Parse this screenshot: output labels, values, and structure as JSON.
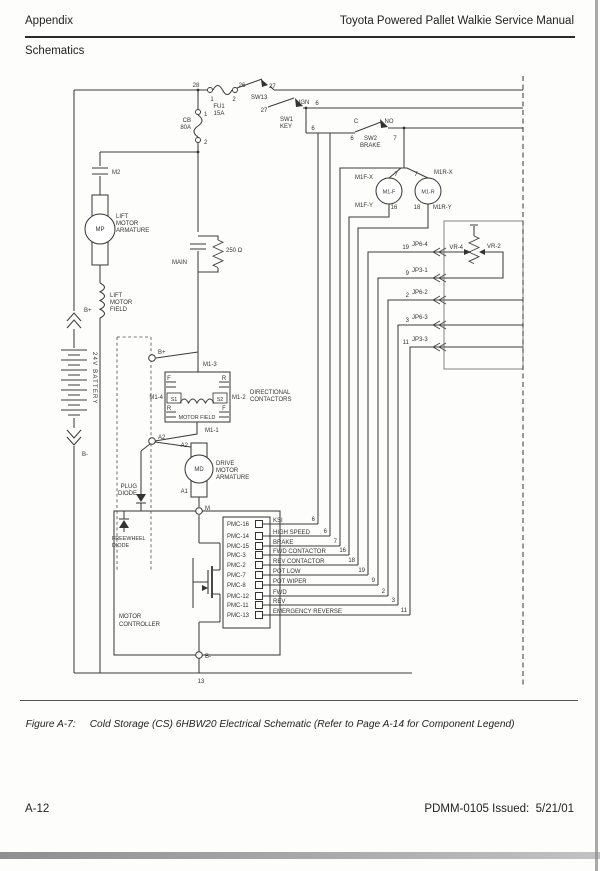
{
  "page": {
    "header_left": "Appendix",
    "header_right": "Toyota Powered Pallet Walkie Service Manual",
    "section": "Schematics",
    "caption_label": "Figure A-7:",
    "caption_text": "Cold Storage (CS) 6HBW20 Electrical Schematic (Refer to Page A-14 for Component Legend)",
    "footer_left": "A-12",
    "footer_right": "PDMM-0105 Issued:  5/21/01"
  },
  "schematic": {
    "labels": {
      "j28": "28",
      "j26": "26",
      "fuse_t1": "1",
      "fuse_t2": "2",
      "fuse": "FU1",
      "fuse_rating": "15A",
      "sw13": "SW13",
      "w27a": "27",
      "w27b": "27",
      "sw1": "SW1",
      "sw1_sub": "KEY",
      "ign": "IGN",
      "w6_ign": "6",
      "cb": "CB",
      "cb_rating": "80A",
      "cb_t1": "1",
      "cb_t2": "2",
      "w6_line": "6",
      "sw2_c": "C",
      "sw2_6": "6",
      "sw2": "SW2",
      "sw2_sub": "BRAKE",
      "sw2_no": "NO",
      "sw2_7": "7",
      "m2": "M2",
      "mp": "MP",
      "lift_arm1": "LIFT",
      "lift_arm2": "MOTOR",
      "lift_arm3": "ARMATURE",
      "lift_fld1": "LIFT",
      "lift_fld2": "MOTOR",
      "lift_fld3": "FIELD",
      "bplus_conn": "B+",
      "battery": "24V BATTERY",
      "bminus_conn": "B-",
      "main": "MAIN",
      "r250": "250 Ω",
      "bplus_node": "B+",
      "m1_3": "M1-3",
      "c_f1": "F",
      "c_r1": "R",
      "c_r2": "R",
      "c_f2": "F",
      "m1_4": "M1-4",
      "s1": "S1",
      "s2": "S2",
      "m1_2": "M1-2",
      "motor_field": "MOTOR FIELD",
      "dir1": "DIRECTIONAL",
      "dir2": "CONTACTORS",
      "m1_1": "M1-1",
      "a2_node": "A2",
      "a2_term": "A2",
      "a1_term": "A1",
      "md": "MD",
      "drive1": "DRIVE",
      "drive2": "MOTOR",
      "drive3": "ARMATURE",
      "m_node": "M",
      "plug1": "PLUG",
      "plug2": "DIODE",
      "fw1": "FREEWHEEL",
      "fw2": "DIODE",
      "ctrl1": "MOTOR",
      "ctrl2": "CONTROLLER",
      "bminus_node": "B-",
      "w13": "13",
      "m1f": "M1-F",
      "m1r": "M1-R",
      "m1f_x": "M1F-X",
      "m1f_y": "M1F-Y",
      "m1r_x": "M1R-X",
      "m1r_y": "M1R-Y",
      "m1f_7": "7",
      "m1r_7": "7",
      "m1f_16": "16",
      "m1r_18": "18",
      "vr4": "VR-4",
      "vr2": "VR-2"
    },
    "controller": {
      "pins": [
        {
          "pin": "PMC-16",
          "signal": "KSI",
          "wire": "6"
        },
        {
          "pin": "PMC-14",
          "signal": "HIGH SPEED",
          "wire": "6"
        },
        {
          "pin": "PMC-15",
          "signal": "BRAKE",
          "wire": "7"
        },
        {
          "pin": "PMC-3",
          "signal": "FWD CONTACTOR",
          "wire": "16"
        },
        {
          "pin": "PMC-2",
          "signal": "REV CONTACTOR",
          "wire": "18"
        },
        {
          "pin": "PMC-7",
          "signal": "POT LOW",
          "wire": "19"
        },
        {
          "pin": "PMC-8",
          "signal": "POT WIPER",
          "wire": "9"
        },
        {
          "pin": "PMC-12",
          "signal": "FWD",
          "wire": "2"
        },
        {
          "pin": "PMC-11",
          "signal": "REV",
          "wire": "3"
        },
        {
          "pin": "PMC-13",
          "signal": "EMERGENCY REVERSE",
          "wire": "11"
        }
      ]
    },
    "connectors": [
      {
        "wire": "19",
        "name": "JP6-4"
      },
      {
        "wire": "9",
        "name": "JP3-1"
      },
      {
        "wire": "2",
        "name": "JP6-2"
      },
      {
        "wire": "3",
        "name": "JP6-3"
      },
      {
        "wire": "11",
        "name": "JP3-3"
      }
    ]
  }
}
